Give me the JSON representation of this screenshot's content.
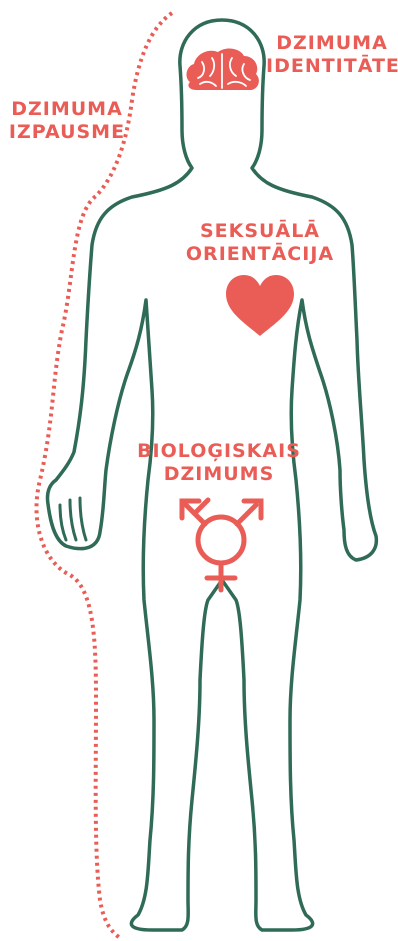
{
  "labels": {
    "gender_identity": {
      "line1": "DZIMUMA",
      "line2": "IDENTITĀTE"
    },
    "gender_expression": {
      "line1": "DZIMUMA",
      "line2": "IZPAUSME"
    },
    "sexual_orientation": {
      "line1": "SEKSUĀLĀ",
      "line2": "ORIENTĀCIJA"
    },
    "biological_sex": {
      "line1": "BIOLOĢISKAIS",
      "line2": "DZIMUMS"
    }
  },
  "icons": [
    "brain-icon",
    "heart-icon",
    "transgender-symbol-icon"
  ],
  "colors": {
    "accent": "#ea5d56",
    "body_outline": "#2f6b57",
    "background": "#ffffff"
  }
}
